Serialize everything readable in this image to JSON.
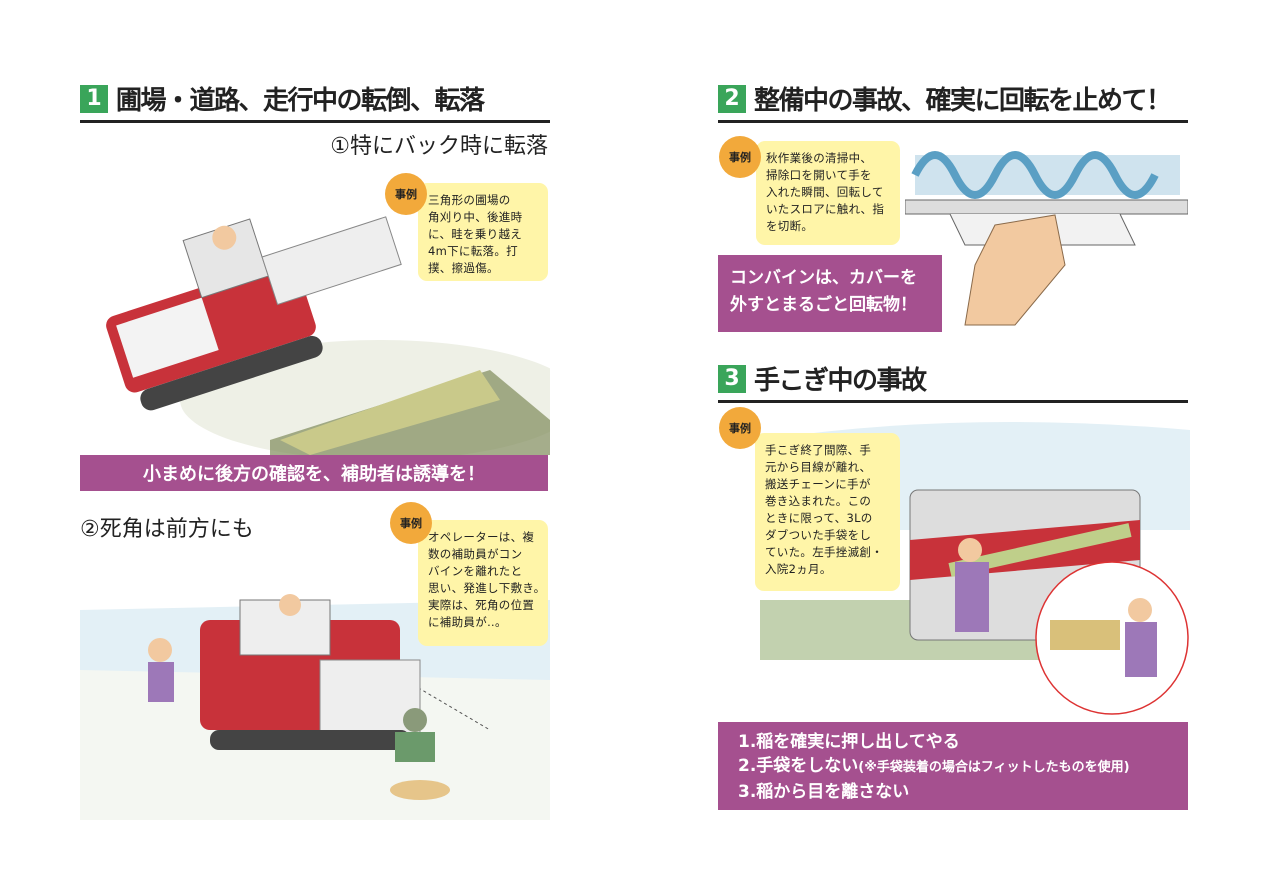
{
  "section1": {
    "number": "1",
    "title": "圃場・道路、走行中の転倒、転落",
    "sub1": "①特にバック時に転落",
    "case_label": "事例",
    "case1": "三角形の圃場の\n角刈り中、後進時\nに、畦を乗り越え\n4m下に転落。打\n撲、擦過傷。",
    "banner": "小まめに後方の確認を、補助者は誘導を！",
    "sub2": "②死角は前方にも",
    "case2": "オペレーターは、複\n数の補助員がコン\nバインを離れたと\n思い、発進し下敷き。\n実際は、死角の位置\nに補助員が‥。"
  },
  "section2": {
    "number": "2",
    "title": "整備中の事故、確実に回転を止めて！",
    "case_label": "事例",
    "case": "秋作業後の清掃中、\n掃除口を開いて手を\n入れた瞬間、回転して\nいたスロアに触れ、指\nを切断。",
    "warning_line1": "コンバインは、カバーを",
    "warning_line2": "外すとまるごと回転物！"
  },
  "section3": {
    "number": "3",
    "title": "手こぎ中の事故",
    "case_label": "事例",
    "case": "手こぎ終了間際、手\n元から目線が離れ、\n搬送チェーンに手が\n巻き込まれた。この\nときに限って、3Lの\nダブついた手袋をし\nていた。左手挫滅創・\n入院2ヵ月。",
    "rules": [
      "1.稲を確実に押し出してやる",
      "2.手袋をしない",
      "3.稲から目を離さない"
    ],
    "rule2_note": "(※手袋装着の場合はフィットしたものを使用)"
  },
  "colors": {
    "accent_green": "#3aa55a",
    "banner_purple": "#a5508f",
    "case_yellow": "#fff5a8",
    "case_orange": "#f2a93b"
  }
}
